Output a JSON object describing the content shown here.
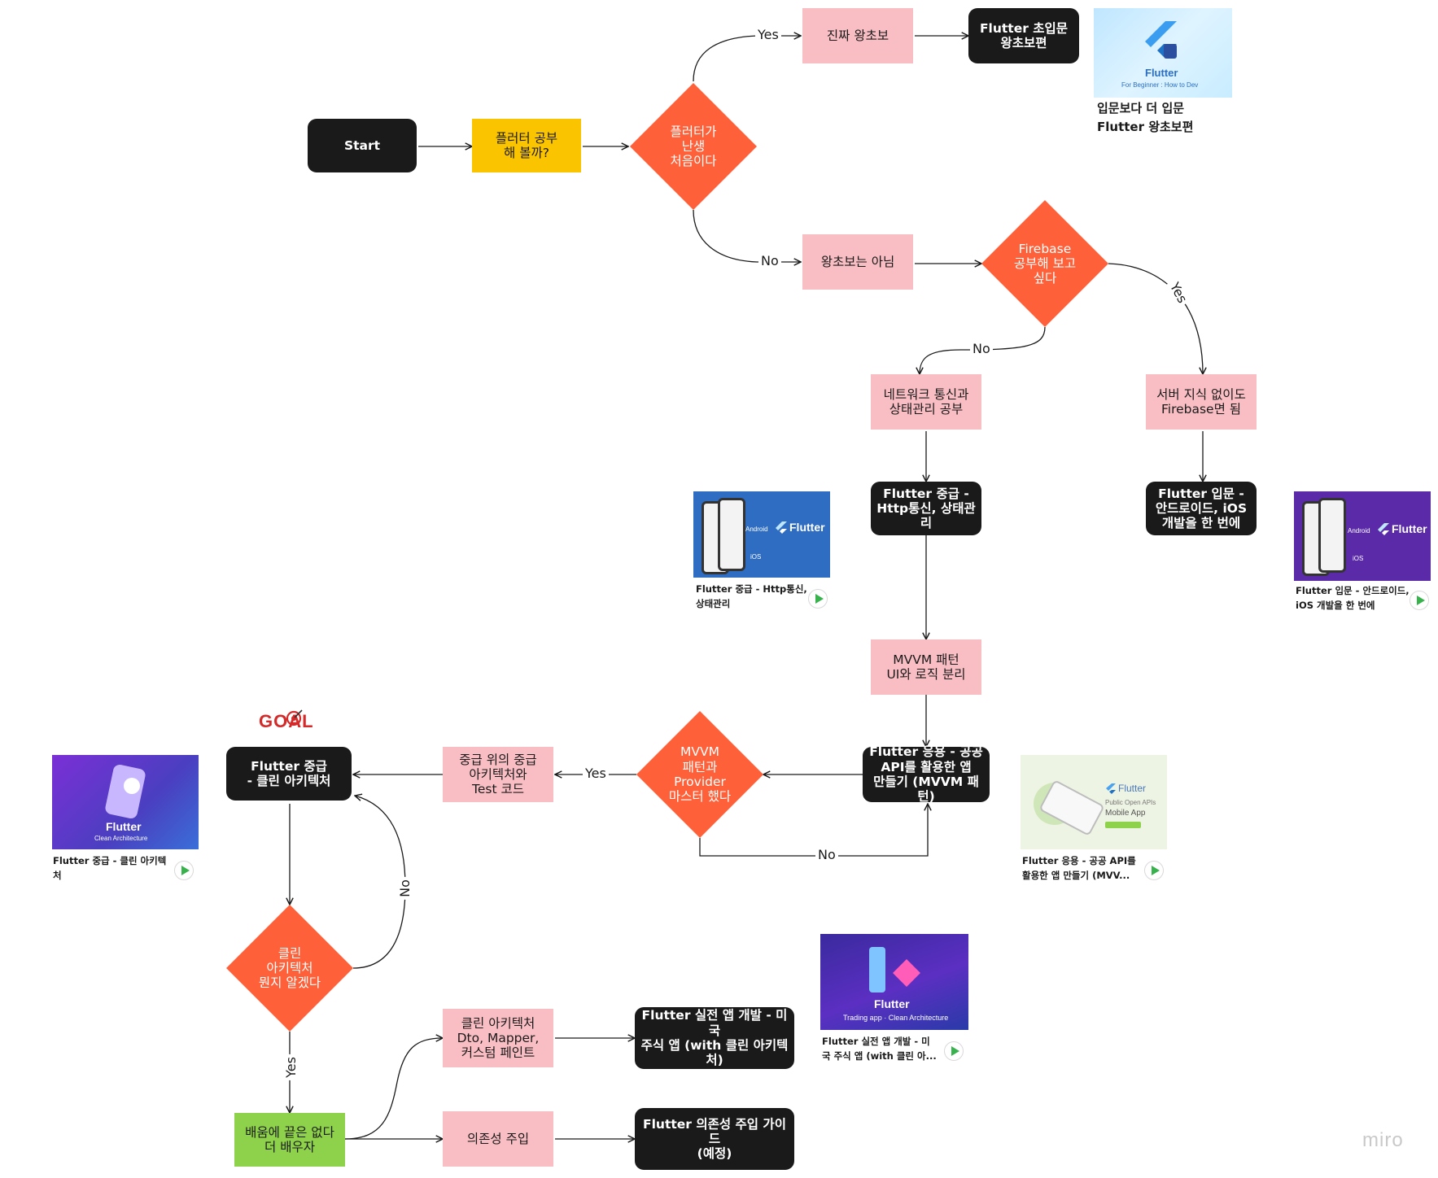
{
  "nodes": {
    "start": "Start",
    "q_study": "플러터 공부\n해 볼까?",
    "d_first": "플러터가\n난생\n처음이다",
    "real_beginner": "진짜 왕초보",
    "flutter_beginner": "Flutter 초입문\n왕초보편",
    "not_beginner": "왕초보는 아님",
    "d_firebase": "Firebase\n공부해 보고\n싶다",
    "network_study": "네트워크 통신과\n상태관리 공부",
    "firebase_ok": "서버 지식 없이도\nFirebase면 됨",
    "flutter_intermediate_http": "Flutter 중급 -\nHttp통신, 상태관리",
    "flutter_intro_android_ios": "Flutter 입문 -\n안드로이드, iOS\n개발을 한 번에",
    "mvvm_pattern": "MVVM 패턴\nUI와 로직 분리",
    "flutter_app_public_api": "Flutter 응용 - 공공\nAPI를 활용한 앱\n만들기 (MVVM 패턴)",
    "d_mvvm_provider": "MVVM\n패턴과\nProvider\n마스터 했다",
    "mid_above_arch": "중급 위의 중급\n아키텍처와\nTest 코드",
    "flutter_clean_arch": "Flutter 중급\n- 클린 아키텍처",
    "d_clean_arch": "클린\n아키텍처\n뭔지 알겠다",
    "keep_learning": "배움에 끝은 없다\n더 배우자",
    "clean_arch_dto": "클린 아키텍처\nDto, Mapper,\n커스텀 페인트",
    "flutter_real_app": "Flutter 실전 앱 개발 - 미국\n주식 앱 (with 클린 아키텍처)",
    "dependency_injection": "의존성 주입",
    "flutter_di_guide": "Flutter 의존성 주입 가이드\n(예정)"
  },
  "edge_labels": {
    "yes": "Yes",
    "no": "No"
  },
  "goal_label": "GOAL",
  "watermark": "miro",
  "thumbnails": [
    {
      "id": "beginner",
      "title": "Flutter",
      "subtitle": "For Beginner : How to Dev",
      "caption": "입문보다 더 입문\nFlutter 왕초보편"
    },
    {
      "id": "http",
      "title": "Flutter",
      "subtitle": "Android",
      "subtitle2": "iOS",
      "caption": "Flutter 중급 - Http통신,\n상태관리"
    },
    {
      "id": "intro",
      "title": "Flutter",
      "subtitle": "Android",
      "subtitle2": "iOS",
      "caption": "Flutter 입문 - 안드로이드,\niOS 개발을 한 번에"
    },
    {
      "id": "clean",
      "title": "Flutter",
      "subtitle": "Clean Architecture",
      "caption": "Flutter 중급 - 클린 아키텍\n처"
    },
    {
      "id": "publicapi",
      "title": "Flutter",
      "subtitle": "Public Open APIs",
      "subtitle2": "Mobile App",
      "caption": "Flutter 응용 - 공공 API를\n활용한 앱 만들기 (MVV..."
    },
    {
      "id": "trading",
      "title": "Flutter",
      "subtitle": "Trading app · Clean Architecture",
      "caption": "Flutter 실전 앱 개발 - 미\n국 주식 앱 (with 클린 아..."
    }
  ],
  "colors": {
    "terminal": "#1a1a1a",
    "process": "#f9bec3",
    "decision": "#fe6139",
    "start_question": "#fbc400",
    "end_green": "#8ed14b",
    "play": "#37b24d"
  }
}
